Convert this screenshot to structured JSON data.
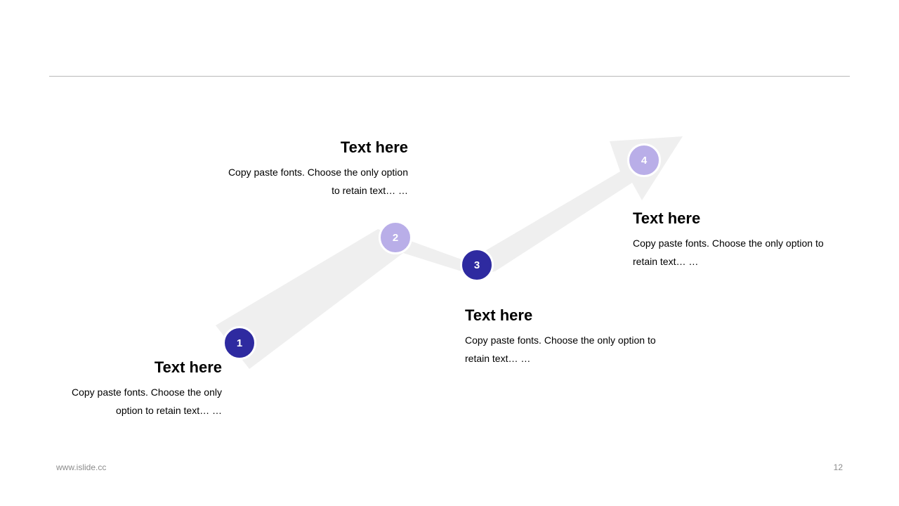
{
  "colors": {
    "arrow": "#efefef",
    "marker_dark": "#2e2aa0",
    "marker_light": "#b9aee8",
    "rule": "#b8b8b8",
    "footer_text": "#8c8c8c"
  },
  "steps": [
    {
      "number": "1",
      "title": "Text here",
      "body_line1": "Copy paste fonts. Choose the only",
      "body_line2": "option to retain text… …"
    },
    {
      "number": "2",
      "title": "Text here",
      "body_line1": "Copy paste fonts. Choose the only option",
      "body_line2": "to retain text… …"
    },
    {
      "number": "3",
      "title": "Text here",
      "body_line1": "Copy paste fonts. Choose the only option to",
      "body_line2": "retain text… …"
    },
    {
      "number": "4",
      "title": "Text here",
      "body_line1": "Copy paste fonts. Choose the only option to",
      "body_line2": "retain text… …"
    }
  ],
  "footer": {
    "website": "www.islide.cc",
    "page_number": "12"
  }
}
